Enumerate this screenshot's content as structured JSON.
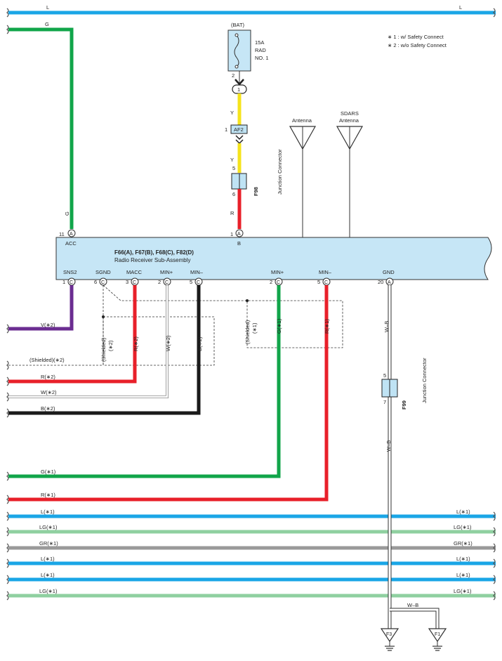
{
  "colors": {
    "L": "#1aa6e6",
    "G": "#11a54a",
    "Y": "#f5e31c",
    "R": "#e8202a",
    "V": "#6b2d91",
    "W": "#ffffff",
    "B": "#1a1a1a",
    "LG": "#8fd0a0",
    "GR": "#9a9a9a",
    "module_fill": "#c6e6f6",
    "connector_fill": "#bfe3f4"
  },
  "notes": {
    "n1": "∗ 1 : w/ Safety Connect",
    "n2": "∗ 2 : w/o Safety Connect"
  },
  "top_wire": {
    "left_label": "L",
    "right_label": "L"
  },
  "acc_wire_label": "G",
  "acc_wire_label2": "G",
  "battery": {
    "label": "(BAT)",
    "fuse_amp": "15A",
    "fuse_name_1": "RAD",
    "fuse_name_2": "NO. 1",
    "pin_out": "2",
    "conn_1": "1",
    "wire_y1": "Y",
    "af2_pin": "1",
    "af2_label": "AF2",
    "wire_y2": "Y",
    "f98_pin_top": "5",
    "f98_pin_bottom": "6",
    "f98_code": "F98",
    "f98_name": "Junction Connector",
    "wire_r": "R"
  },
  "antennas": {
    "antenna_1": "Antenna",
    "antenna_2_line1": "SDARS",
    "antenna_2_line2": "Antenna"
  },
  "module": {
    "title": "F66(A), F67(B), F68(C), F82(D)",
    "subtitle": "Radio Receiver Sub-Assembly",
    "top_pins": [
      {
        "pin": "11",
        "conn": "A",
        "name": "ACC"
      },
      {
        "pin": "1",
        "conn": "A",
        "name": "B"
      }
    ],
    "bottom_pins": [
      {
        "pin": "1",
        "conn": "C",
        "name": "SNS2"
      },
      {
        "pin": "6",
        "conn": "C",
        "name": "SGND"
      },
      {
        "pin": "3",
        "conn": "C",
        "name": "MACC"
      },
      {
        "pin": "2",
        "conn": "C",
        "name": "MIN+"
      },
      {
        "pin": "5",
        "conn": "C",
        "name": "MIN–"
      },
      {
        "pin": "2",
        "conn": "C",
        "name": "MIN+"
      },
      {
        "pin": "5",
        "conn": "C",
        "name": "MIN–"
      },
      {
        "pin": "20",
        "conn": "A",
        "name": "GND"
      }
    ]
  },
  "vertical_labels": {
    "shielded_2": "(Shielded)",
    "star2": "(∗2)",
    "r2": "R(∗2)",
    "w2": "W(∗2)",
    "b2": "B(∗2)",
    "shielded_1": "(Shielded)",
    "star1": "(∗1)",
    "g1": "G(∗1)",
    "r1": "R(∗1)",
    "wb_1": "W–B",
    "wb_2": "W–B"
  },
  "f99": {
    "pin_top": "5",
    "pin_bottom": "7",
    "code": "F99",
    "name": "Junction Connector"
  },
  "left_wires": [
    {
      "label": "V(∗2)"
    },
    {
      "label": "(Shielded)(∗2)"
    },
    {
      "label": "R(∗2)"
    },
    {
      "label": "W(∗2)"
    },
    {
      "label": "B(∗2)"
    },
    {
      "label": "G(∗1)"
    },
    {
      "label": "R(∗1)"
    }
  ],
  "bus_wires": [
    {
      "label": "L(∗1)",
      "right_label": "L(∗1)"
    },
    {
      "label": "LG(∗1)",
      "right_label": "LG(∗1)"
    },
    {
      "label": "GR(∗1)",
      "right_label": "GR(∗1)"
    },
    {
      "label": "L(∗1)",
      "right_label": "L(∗1)"
    },
    {
      "label": "L(∗1)",
      "right_label": "L(∗1)"
    },
    {
      "label": "LG(∗1)",
      "right_label": "LG(∗1)"
    }
  ],
  "grounds": {
    "wb_label": "W–B",
    "f3": "F3",
    "f1": "F1"
  }
}
